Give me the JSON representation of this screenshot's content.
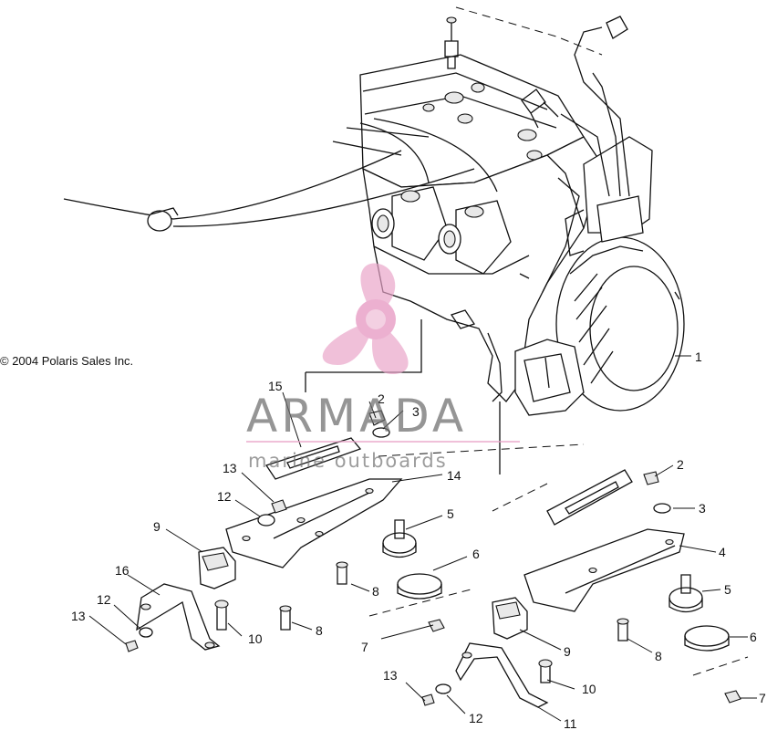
{
  "copyright": "© 2004 Polaris Sales Inc.",
  "watermark": {
    "title": "ARMADA",
    "subtitle": "marine outboards",
    "accent_color": "#e9a3c8",
    "text_color": "#6e6e6e"
  },
  "callouts": [
    "1",
    "2",
    "3",
    "15",
    "13",
    "14",
    "12",
    "9",
    "5",
    "16",
    "12",
    "13",
    "8",
    "8",
    "10",
    "6",
    "7",
    "2",
    "3",
    "4",
    "5",
    "9",
    "8",
    "6",
    "10",
    "13",
    "12",
    "11",
    "7"
  ]
}
